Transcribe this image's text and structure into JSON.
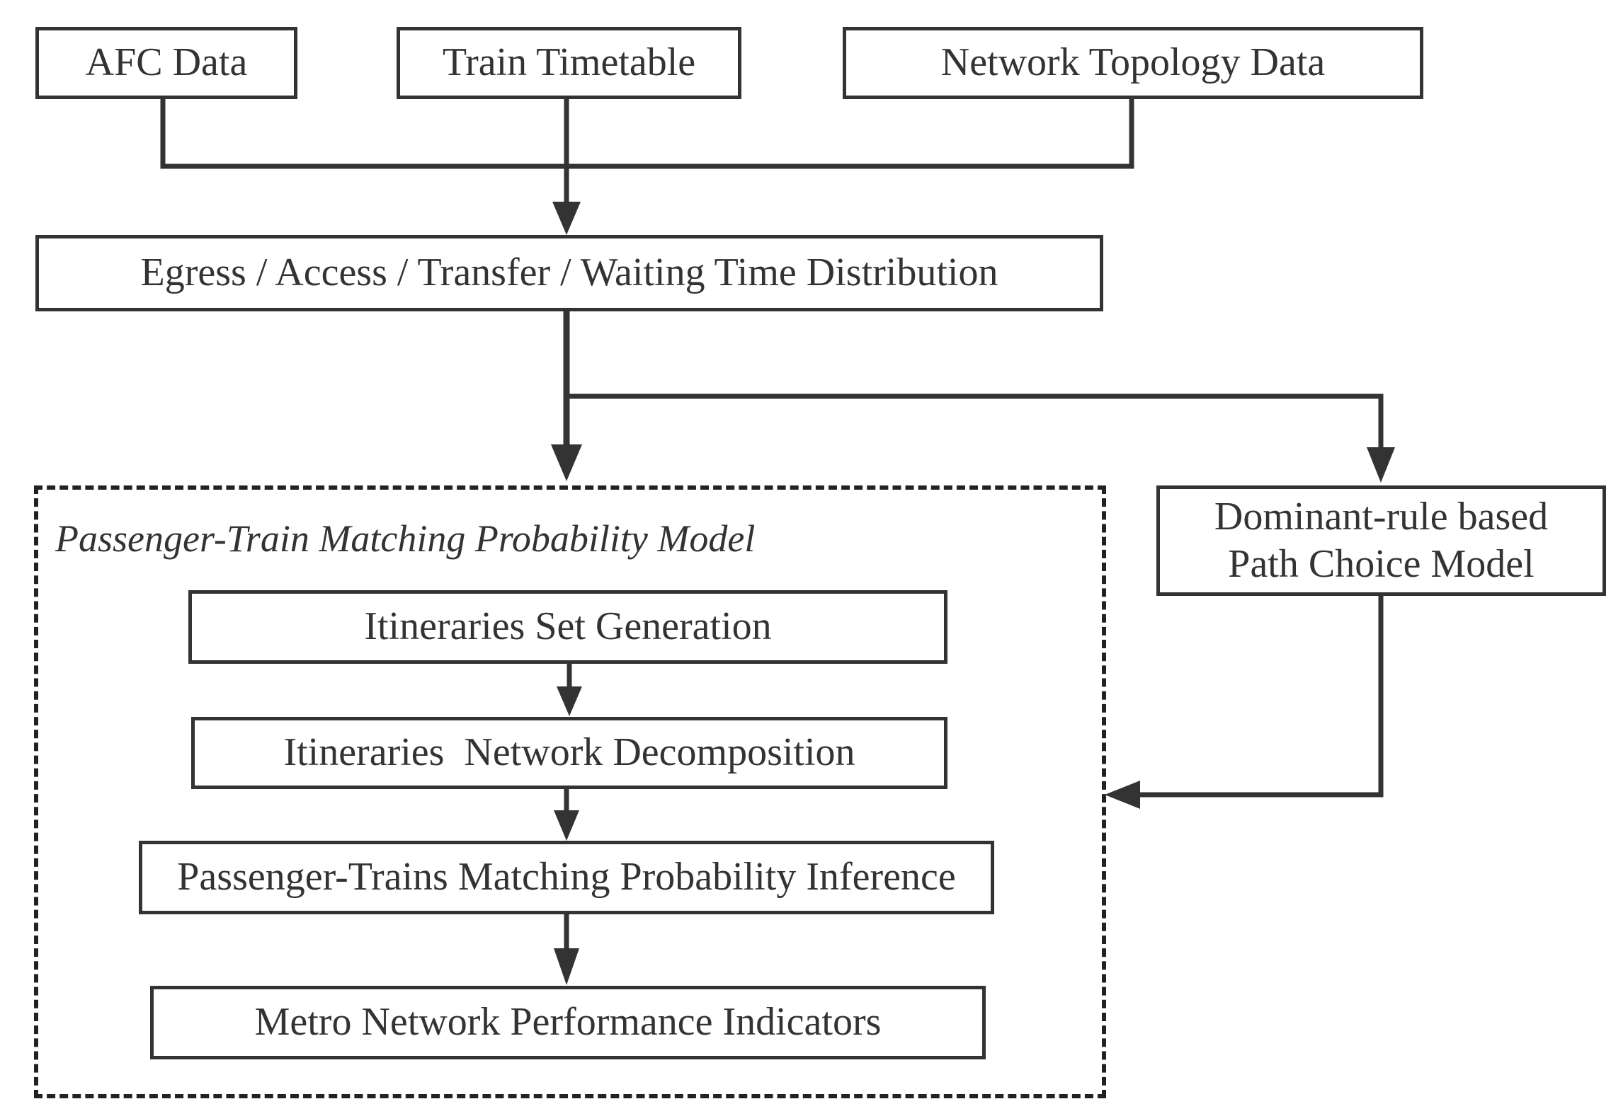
{
  "inputs": {
    "afc": "AFC Data",
    "timetable": "Train Timetable",
    "topology": "Network Topology Data"
  },
  "distribution": "Egress / Access / Transfer / Waiting Time Distribution",
  "path_choice": {
    "line1": "Dominant-rule based",
    "line2": "Path Choice Model"
  },
  "matching_model": {
    "title": "Passenger-Train Matching Probability Model",
    "steps": [
      "Itineraries Set Generation",
      "Itineraries  Network Decomposition",
      "Passenger-Trains Matching Probability Inference",
      "Metro Network Performance Indicators"
    ]
  },
  "colors": {
    "stroke": "#333333",
    "text": "#333333",
    "background": "#ffffff"
  }
}
